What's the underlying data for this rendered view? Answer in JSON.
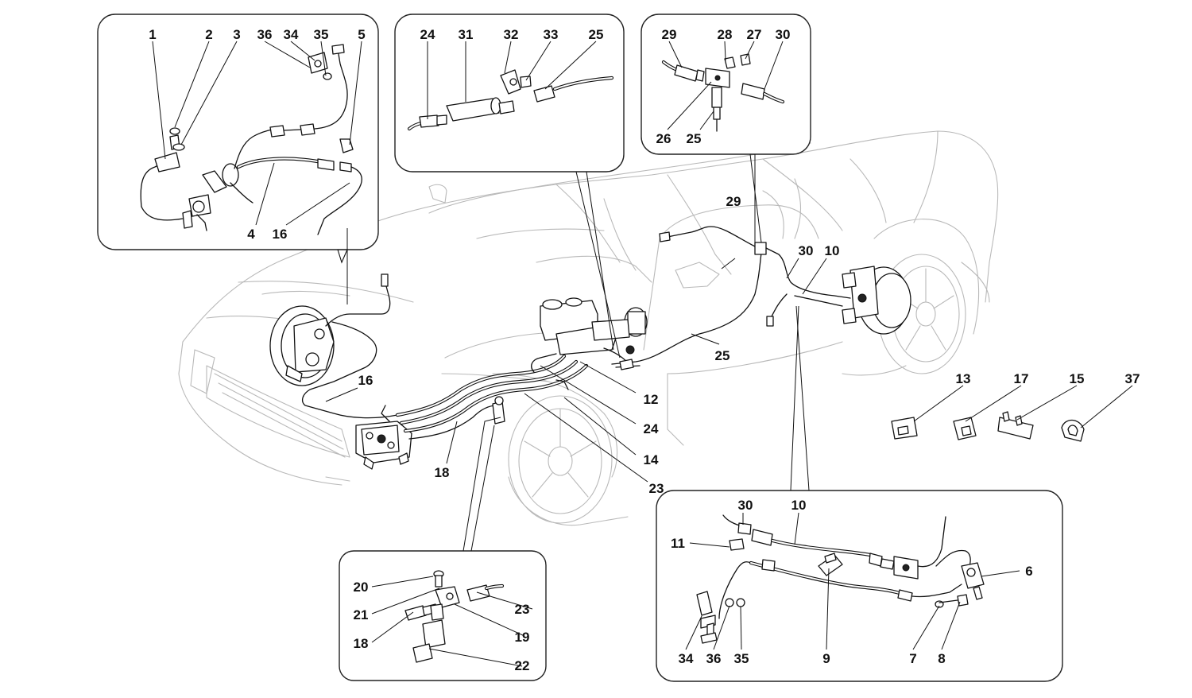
{
  "diagram": {
    "callouts": {
      "c1": "1",
      "c2": "2",
      "c3": "3",
      "c36a": "36",
      "c34a": "34",
      "c35a": "35",
      "c5": "5",
      "c4": "4",
      "c16a": "16",
      "c24a": "24",
      "c31": "31",
      "c32": "32",
      "c33": "33",
      "c25a": "25",
      "c29a": "29",
      "c28": "28",
      "c27": "27",
      "c30a": "30",
      "c26": "26",
      "c25b": "25",
      "c29b": "29",
      "c30b": "30",
      "c10a": "10",
      "c25c": "25",
      "c16b": "16",
      "c12": "12",
      "c24b": "24",
      "c14": "14",
      "c23a": "23",
      "c18a": "18",
      "c13": "13",
      "c17": "17",
      "c15": "15",
      "c37": "37",
      "c20": "20",
      "c21": "21",
      "c18b": "18",
      "c23b": "23",
      "c19": "19",
      "c22": "22",
      "c30c": "30",
      "c10b": "10",
      "c11": "11",
      "c6": "6",
      "c34b": "34",
      "c36b": "36",
      "c35b": "35",
      "c9": "9",
      "c7": "7",
      "c8": "8"
    }
  }
}
